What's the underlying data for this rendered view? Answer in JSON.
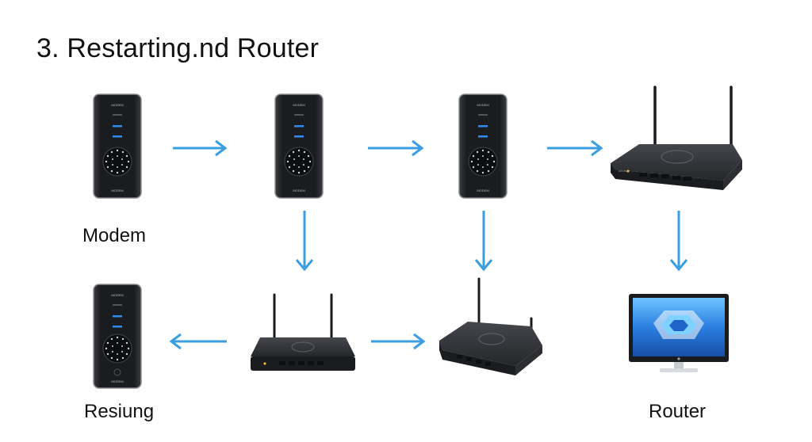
{
  "title": "3. Restarting.nd Router",
  "labels": {
    "modem": "Modem",
    "resiung": "Resiung",
    "router": "Router"
  },
  "device_text": {
    "modem_brand": "MODEM",
    "router_brand": "ROUTER"
  },
  "colors": {
    "arrow": "#3a9ee0",
    "device_body": "#1e1f22",
    "led_blue": "#2f8cf0",
    "screen_blue": "#2a7fe0"
  },
  "icons": [
    "modem-icon",
    "router-icon",
    "monitor-icon",
    "arrow-right-icon",
    "arrow-down-icon",
    "arrow-left-icon"
  ]
}
